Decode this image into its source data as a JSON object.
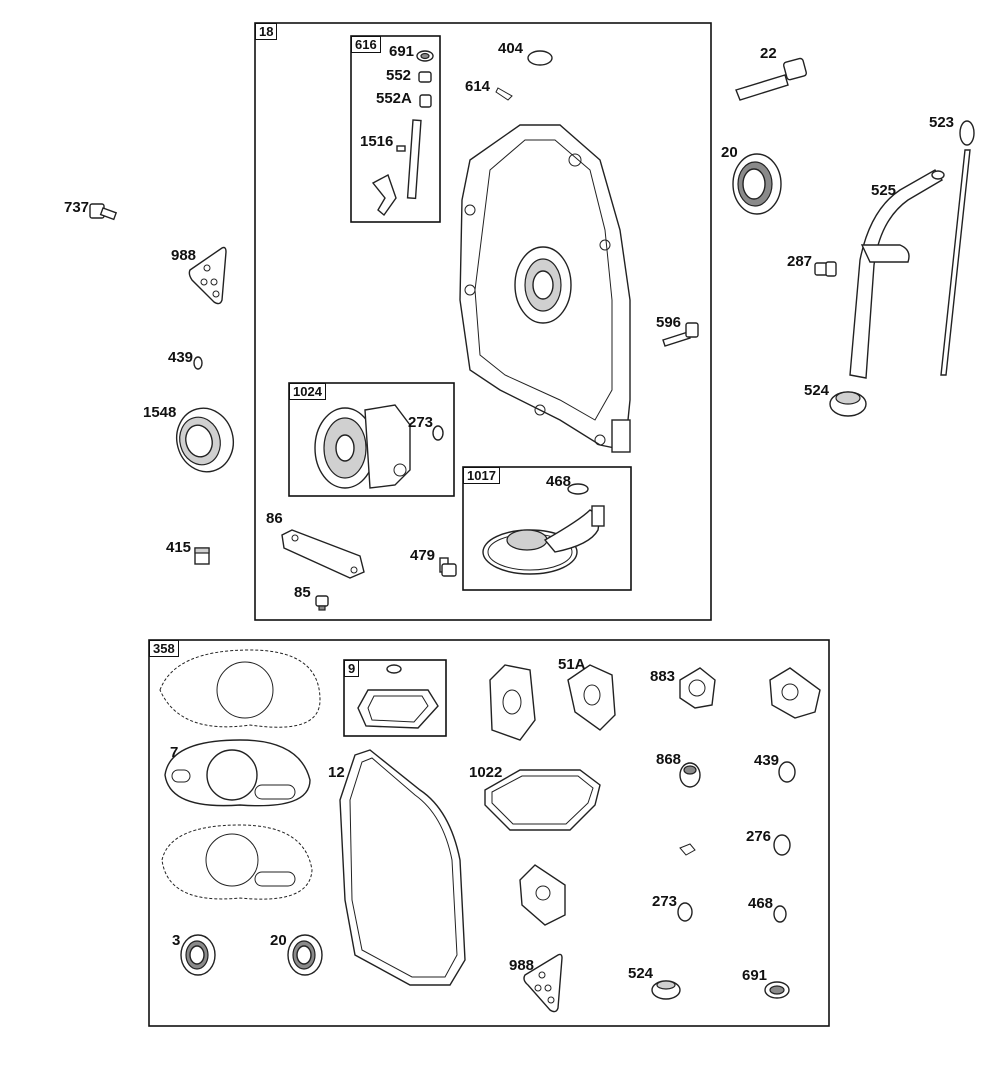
{
  "kits": {
    "k18": "18",
    "k616": "616",
    "k1024": "1024",
    "k1017": "1017",
    "k358": "358",
    "k9": "9"
  },
  "labels": {
    "p737": "737",
    "p988a": "988",
    "p439a": "439",
    "p1548": "1548",
    "p415": "415",
    "p691a": "691",
    "p552": "552",
    "p552A": "552A",
    "p1516": "1516",
    "p404": "404",
    "p614": "614",
    "p273a": "273",
    "p86": "86",
    "p85": "85",
    "p479": "479",
    "p468a": "468",
    "p22": "22",
    "p20a": "20",
    "p523": "523",
    "p525": "525",
    "p287": "287",
    "p596": "596",
    "p524a": "524",
    "p7": "7",
    "p12": "12",
    "p1022": "1022",
    "p51A": "51A",
    "p883": "883",
    "p868": "868",
    "p439b": "439",
    "p276": "276",
    "p273b": "273",
    "p468b": "468",
    "p3": "3",
    "p20b": "20",
    "p988b": "988",
    "p524b": "524",
    "p691b": "691"
  }
}
